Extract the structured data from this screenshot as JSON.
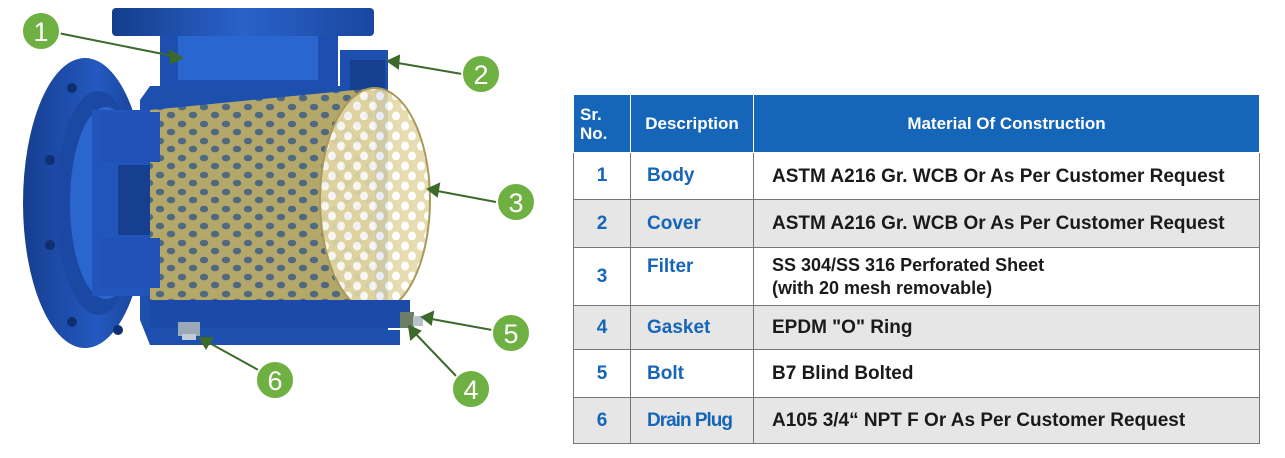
{
  "callouts": [
    "1",
    "2",
    "3",
    "4",
    "5",
    "6"
  ],
  "colors": {
    "body_blue": "#1b4fb0",
    "filter_tan": "#d7c689",
    "callout_green": "#6fb043",
    "header_blue": "#1565b8",
    "row_shade": "#e6e6e6"
  },
  "table": {
    "headers": {
      "no_line1": "Sr.",
      "no_line2": "No.",
      "description": "Description",
      "material": "Material Of Construction"
    },
    "rows": [
      {
        "no": "1",
        "description": "Body",
        "material": "ASTM A216 Gr. WCB Or As Per Customer Request",
        "material2": ""
      },
      {
        "no": "2",
        "description": "Cover",
        "material": "ASTM A216 Gr. WCB Or As Per Customer Request",
        "material2": ""
      },
      {
        "no": "3",
        "description": "Filter",
        "material": "SS 304/SS 316 Perforated Sheet",
        "material2": "(with 20 mesh removable)"
      },
      {
        "no": "4",
        "description": "Gasket",
        "material": "EPDM \"O\" Ring",
        "material2": ""
      },
      {
        "no": "5",
        "description": "Bolt",
        "material": "B7 Blind Bolted",
        "material2": ""
      },
      {
        "no": "6",
        "description": "Drain Plug",
        "material": "A105 3/4“ NPT F Or As Per Customer Request",
        "material2": ""
      }
    ]
  }
}
